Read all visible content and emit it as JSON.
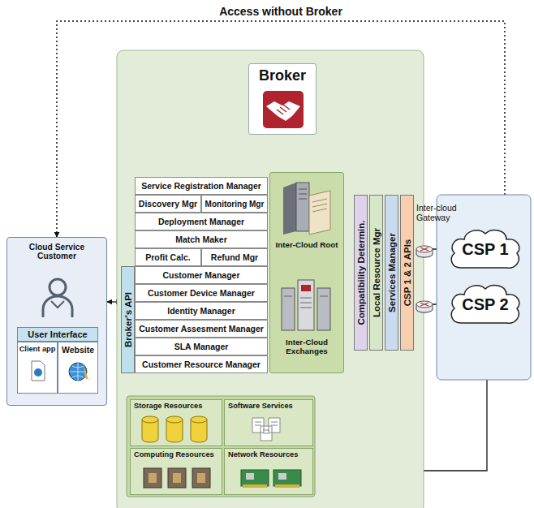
{
  "diagram": {
    "nodes": [
      {
        "text": [
          "Cloud Service Customer"
        ]
      },
      {
        "text": [
          "User Interface"
        ],
        "in": 0
      },
      {
        "text": [
          "Client app"
        ],
        "in": 0
      },
      {
        "text": [
          "Website"
        ],
        "in": 0
      },
      {
        "text": [
          "Broker"
        ]
      },
      {
        "text": [
          "Service Registration Manager"
        ]
      },
      {
        "text": [
          "Discovery Mgr"
        ]
      },
      {
        "text": [
          "Monitoring Mgr"
        ]
      },
      {
        "text": [
          "Deployment Manager"
        ]
      },
      {
        "text": [
          "Match Maker"
        ]
      },
      {
        "text": [
          "Profit Calc."
        ]
      },
      {
        "text": [
          "Refund Mgr"
        ]
      },
      {
        "text": [
          "Broker's API"
        ]
      },
      {
        "text": [
          "Customer Manager"
        ]
      },
      {
        "text": [
          "Customer Device Manager"
        ]
      },
      {
        "text": [
          "Identity Manager"
        ]
      },
      {
        "text": [
          "Customer Assesment Manager"
        ]
      },
      {
        "text": [
          "SLA Manager"
        ]
      },
      {
        "text": [
          "Customer Resource Manager"
        ]
      },
      {
        "text": [
          "Inter-Cloud Root",
          "Inter-Cloud Exchanges"
        ]
      },
      {
        "text": [
          "Compatibility Determin."
        ]
      },
      {
        "text": [
          "Local Resource Mgr"
        ]
      },
      {
        "text": [
          "Services Manager"
        ]
      },
      {
        "text": [
          "CSP 1 & 2 APIs"
        ]
      },
      {
        "text": [
          "CSP 1"
        ]
      },
      {
        "text": [
          "CSP 2"
        ]
      },
      {
        "text": [
          "Storage Resources"
        ]
      },
      {
        "text": [
          "Software Services"
        ]
      },
      {
        "text": [
          "Computing Resources"
        ]
      },
      {
        "text": [
          "Network Resources"
        ]
      }
    ],
    "edges": [
      {
        "from": 0,
        "to": 24,
        "arrow": "both",
        "label": "Access without Broker"
      },
      {
        "from": 12,
        "to": 0,
        "arrow": "both"
      },
      {
        "from": 19,
        "to": 20,
        "arrow": "both"
      },
      {
        "from": 23,
        "to": 24,
        "arrow": "both"
      },
      {
        "from": 23,
        "to": 25,
        "arrow": "both"
      },
      {
        "from": 18,
        "to": 26,
        "arrow": "both"
      },
      {
        "from": 25,
        "to": 29,
        "arrow": "both"
      }
    ],
    "labels": [
      "Inter-cloud Gateway"
    ]
  }
}
